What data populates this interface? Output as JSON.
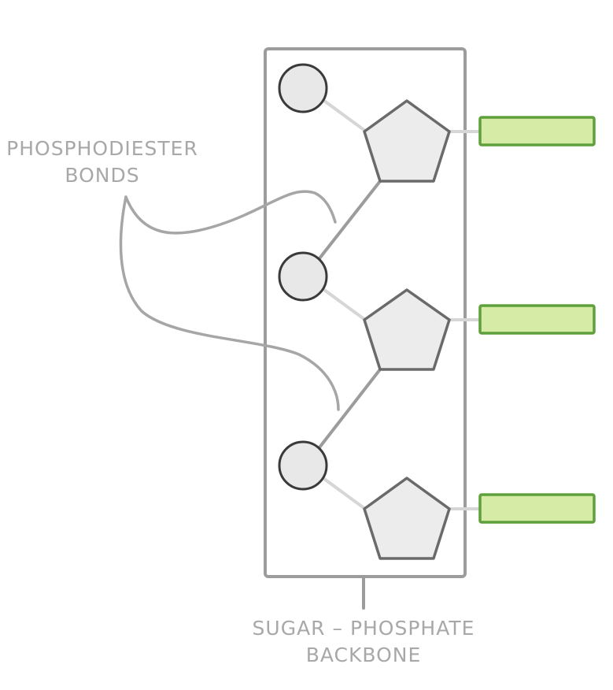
{
  "labels": {
    "phosphodiester_line1": "PHOSPHODIESTER",
    "phosphodiester_line2": "BONDS",
    "backbone_line1": "SUGAR – PHOSPHATE",
    "backbone_line2": "BACKBONE"
  },
  "colors": {
    "base_fill": "#d6eba6",
    "base_stroke": "#5ea03c",
    "phosphate_fill": "#e8e8e8",
    "sugar_fill": "#ececec",
    "label_gray": "#a8a8a8"
  },
  "nucleotides": [
    {
      "parts": [
        "phosphate",
        "sugar",
        "base"
      ]
    },
    {
      "parts": [
        "phosphate",
        "sugar",
        "base"
      ]
    },
    {
      "parts": [
        "phosphate",
        "sugar",
        "base"
      ]
    }
  ]
}
